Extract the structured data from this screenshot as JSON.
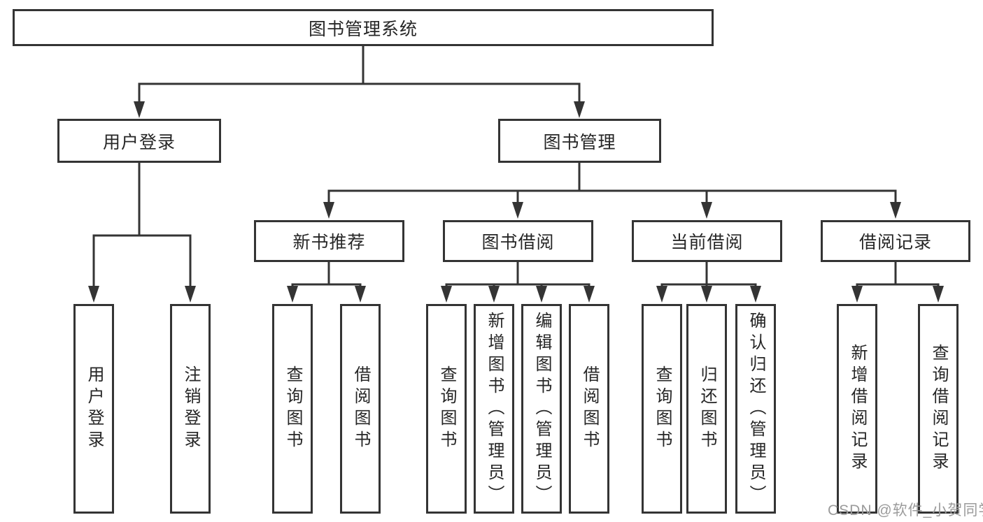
{
  "colors": {
    "line": "#343434",
    "box_border": "#343434",
    "text": "#262626",
    "background": "#ffffff",
    "watermark": "#9b9b9b"
  },
  "diagram": {
    "root": {
      "label": "图书管理系统"
    },
    "branches": [
      {
        "label": "用户登录",
        "leaves": [
          "用户登录",
          "注销登录"
        ]
      },
      {
        "label": "图书管理",
        "groups": [
          {
            "label": "新书推荐",
            "leaves": [
              "查询图书",
              "借阅图书"
            ]
          },
          {
            "label": "图书借阅",
            "leaves": [
              "查询图书",
              "新增图书（管理员）",
              "编辑图书（管理员）",
              "借阅图书"
            ]
          },
          {
            "label": "当前借阅",
            "leaves": [
              "查询图书",
              "归还图书",
              "确认归还（管理员）"
            ]
          },
          {
            "label": "借阅记录",
            "leaves": [
              "新增借阅记录",
              "查询借阅记录"
            ]
          }
        ]
      }
    ]
  },
  "watermark": {
    "text": "CSDN @软件_小贺同学"
  }
}
